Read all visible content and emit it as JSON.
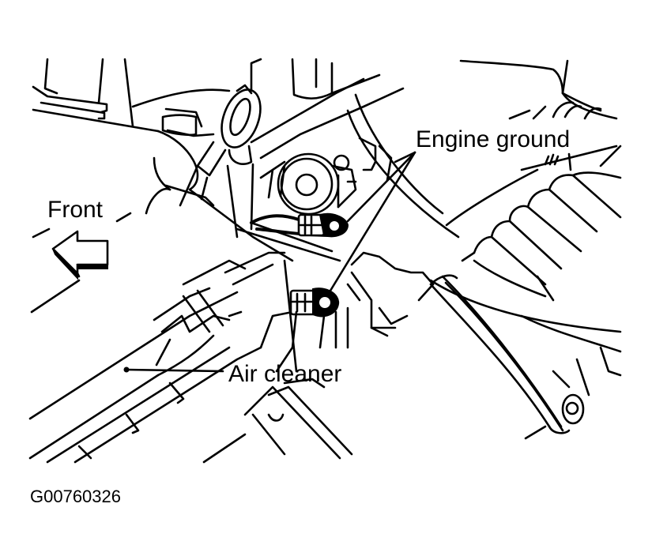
{
  "diagram": {
    "title": "Engine ground and air cleaner location",
    "labels": {
      "front": "Front",
      "engine_ground": "Engine ground",
      "air_cleaner": "Air cleaner"
    },
    "figure_code": "G00760326",
    "colors": {
      "line": "#000000",
      "background": "#ffffff"
    }
  }
}
